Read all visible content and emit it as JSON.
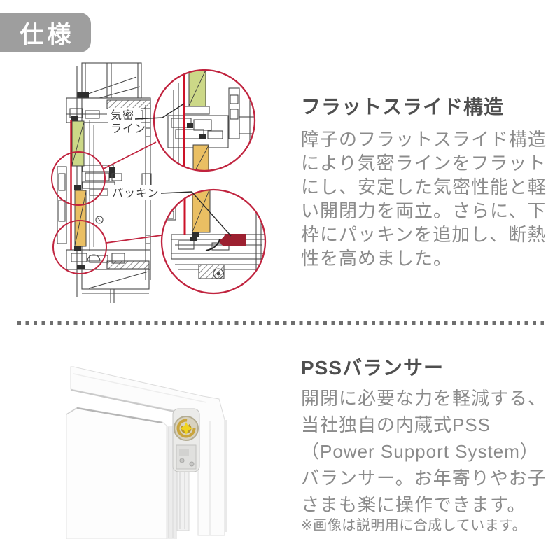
{
  "badge": {
    "label": "仕様"
  },
  "colors": {
    "badge_bg": "#9e9e9e",
    "accent_red": "#c0233e",
    "airtight_red": "#cc1228",
    "glass_green": "#ccd887",
    "glass_orange": "#eabf63",
    "packing_dark_red": "#9c2030",
    "heading_text": "#4f4f4f",
    "body_text": "#8b8b8b",
    "diagram_label_text": "#3c3c3c"
  },
  "section_flat_slide": {
    "heading": "フラットスライド構造",
    "body_lines": [
      "障子のフラットスライド構造",
      "により気密ラインをフラット",
      "にし、安定した気密性能と軽",
      "い開閉力を両立。さらに、下",
      "枠にパッキンを追加し、断熱",
      "性を高めました。"
    ],
    "diagram": {
      "airtight_label": [
        "気密",
        "ライン"
      ],
      "packing_label": "パッキン"
    }
  },
  "section_pss": {
    "heading": "PSSバランサー",
    "body_lines": [
      "開閉に必要な力を軽減する、",
      "当社独自の内蔵式PSS",
      "（Power Support System）",
      "バランサー。お年寄りやお子",
      "さまも楽に操作できます。"
    ],
    "note": "※画像は説明用に合成しています。"
  }
}
